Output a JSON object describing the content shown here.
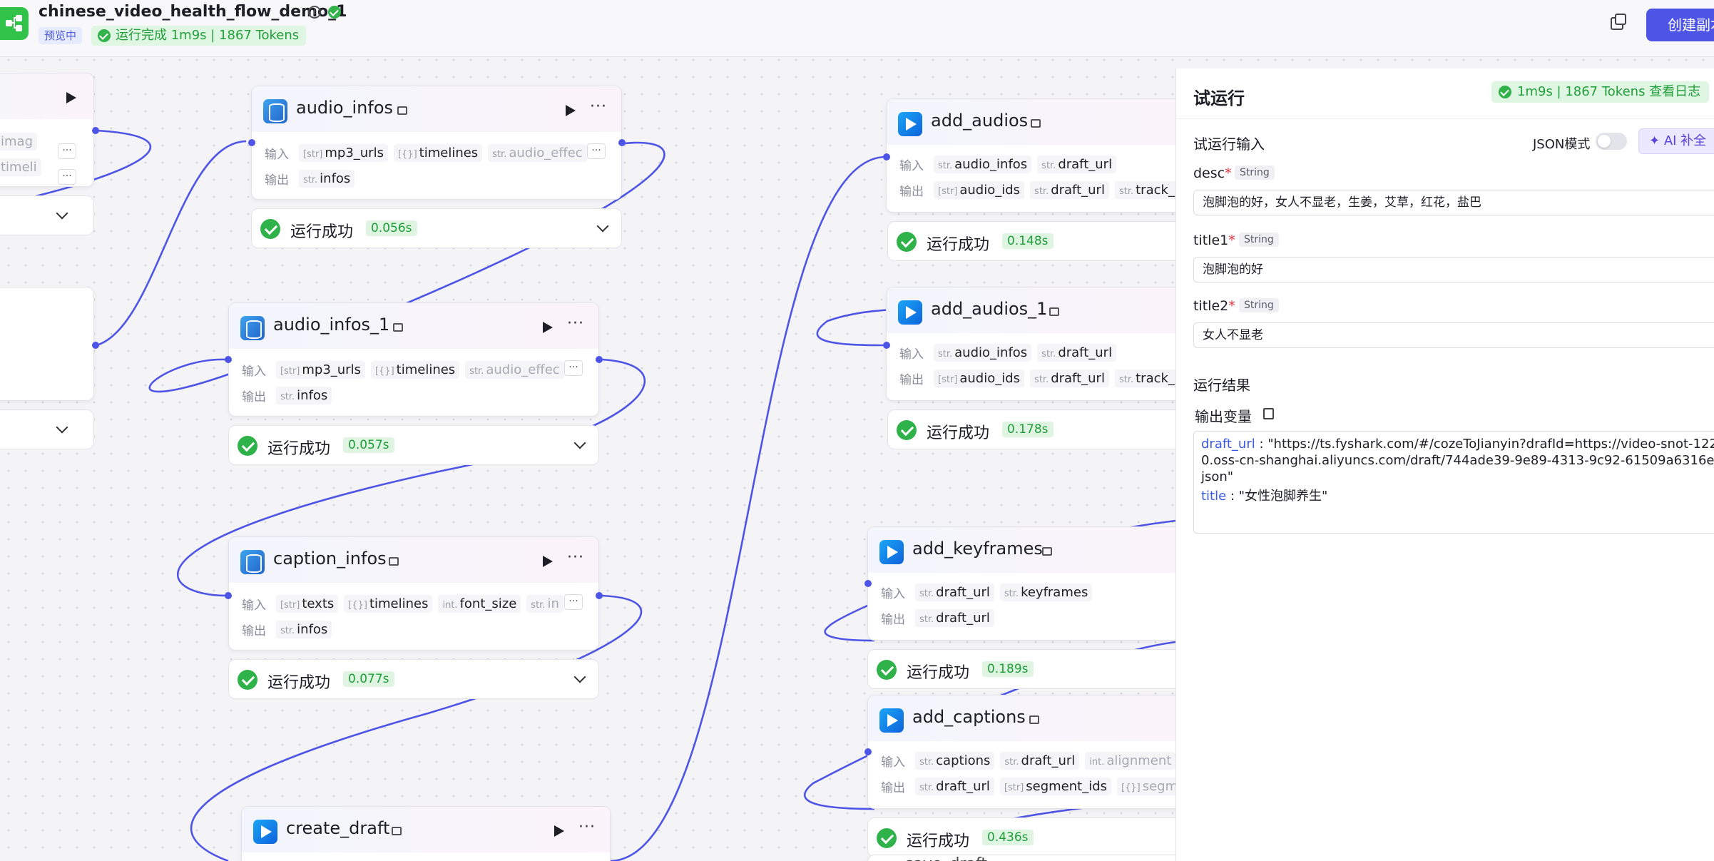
{
  "header": {
    "title": "chinese_video_health_flow_demo_1",
    "preview_badge": "预览中",
    "run_status": "运行完成 1m9s | 1867 Tokens",
    "create_button": "创建副本"
  },
  "nodes": [
    {
      "id": "audio_infos",
      "title": "audio_infos",
      "input_label": "输入",
      "output_label": "输出",
      "inputs": [
        {
          "type": "[str]",
          "name": "mp3_urls"
        },
        {
          "type": "[{}]",
          "name": "timelines"
        },
        {
          "type": "str.",
          "name": "audio_effec"
        }
      ],
      "outputs": [
        {
          "type": "str.",
          "name": "infos"
        }
      ],
      "status": "运行成功",
      "time": "0.056s"
    },
    {
      "id": "audio_infos_1",
      "title": "audio_infos_1",
      "input_label": "输入",
      "output_label": "输出",
      "inputs": [
        {
          "type": "[str]",
          "name": "mp3_urls"
        },
        {
          "type": "[{}]",
          "name": "timelines"
        },
        {
          "type": "str.",
          "name": "audio_effec"
        }
      ],
      "outputs": [
        {
          "type": "str.",
          "name": "infos"
        }
      ],
      "status": "运行成功",
      "time": "0.057s"
    },
    {
      "id": "caption_infos",
      "title": "caption_infos",
      "input_label": "输入",
      "output_label": "输出",
      "inputs": [
        {
          "type": "[str]",
          "name": "texts"
        },
        {
          "type": "[{}]",
          "name": "timelines"
        },
        {
          "type": "int.",
          "name": "font_size"
        },
        {
          "type": "str.",
          "name": "in"
        }
      ],
      "outputs": [
        {
          "type": "str.",
          "name": "infos"
        }
      ],
      "status": "运行成功",
      "time": "0.077s"
    },
    {
      "id": "create_draft",
      "title": "create_draft"
    },
    {
      "id": "add_audios",
      "title": "add_audios",
      "input_label": "输入",
      "output_label": "输出",
      "inputs": [
        {
          "type": "str.",
          "name": "audio_infos"
        },
        {
          "type": "str.",
          "name": "draft_url"
        }
      ],
      "outputs": [
        {
          "type": "[str]",
          "name": "audio_ids"
        },
        {
          "type": "str.",
          "name": "draft_url"
        },
        {
          "type": "str.",
          "name": "track_id"
        }
      ],
      "status": "运行成功",
      "time": "0.148s"
    },
    {
      "id": "add_audios_1",
      "title": "add_audios_1",
      "input_label": "输入",
      "output_label": "输出",
      "inputs": [
        {
          "type": "str.",
          "name": "audio_infos"
        },
        {
          "type": "str.",
          "name": "draft_url"
        }
      ],
      "outputs": [
        {
          "type": "[str]",
          "name": "audio_ids"
        },
        {
          "type": "str.",
          "name": "draft_url"
        },
        {
          "type": "str.",
          "name": "track_id"
        }
      ],
      "status": "运行成功",
      "time": "0.178s"
    },
    {
      "id": "add_keyframes",
      "title": "add_keyframes",
      "input_label": "输入",
      "output_label": "输出",
      "inputs": [
        {
          "type": "str.",
          "name": "draft_url"
        },
        {
          "type": "str.",
          "name": "keyframes"
        }
      ],
      "outputs": [
        {
          "type": "str.",
          "name": "draft_url"
        }
      ],
      "status": "运行成功",
      "time": "0.189s"
    },
    {
      "id": "add_captions",
      "title": "add_captions",
      "input_label": "输入",
      "output_label": "输出",
      "inputs": [
        {
          "type": "str.",
          "name": "captions"
        },
        {
          "type": "str.",
          "name": "draft_url"
        },
        {
          "type": "int.",
          "name": "alignment"
        }
      ],
      "outputs": [
        {
          "type": "str.",
          "name": "draft_url"
        },
        {
          "type": "[str]",
          "name": "segment_ids"
        },
        {
          "type": "[{}]",
          "name": "segment"
        }
      ],
      "status": "运行成功",
      "time": "0.436s"
    },
    {
      "id": "save_draft",
      "title": "save_draft"
    }
  ],
  "left_partial": {
    "inputs": [
      "imag",
      "timeli"
    ]
  },
  "panel": {
    "title": "试运行",
    "status": "1m9s | 1867 Tokens 查看日志",
    "input_section": "试运行输入",
    "json_mode": "JSON模式",
    "ai_button": "AI 补全",
    "fields": [
      {
        "name": "desc",
        "type": "String",
        "value": "泡脚泡的好，女人不显老，生姜，艾草，红花，盐巴"
      },
      {
        "name": "title1",
        "type": "String",
        "value": "泡脚泡的好"
      },
      {
        "name": "title2",
        "type": "String",
        "value": "女人不显老"
      }
    ],
    "result_section": "运行结果",
    "output_label": "输出变量",
    "output": {
      "draft_url_key": "draft_url",
      "draft_url_value": "\"https://ts.fyshark.com/#/cozeToJianyin?drafId=https://video-snot-12220.oss-cn-shanghai.aliyuncs.com/draft/744ade39-9e89-4313-9c92-61509a6316e4.json\"",
      "title_key": "title",
      "title_value": "\"女性泡脚养生\""
    }
  },
  "colors": {
    "accent": "#4e55e6",
    "success": "#2fb24a",
    "edge": "#4e55e6"
  }
}
